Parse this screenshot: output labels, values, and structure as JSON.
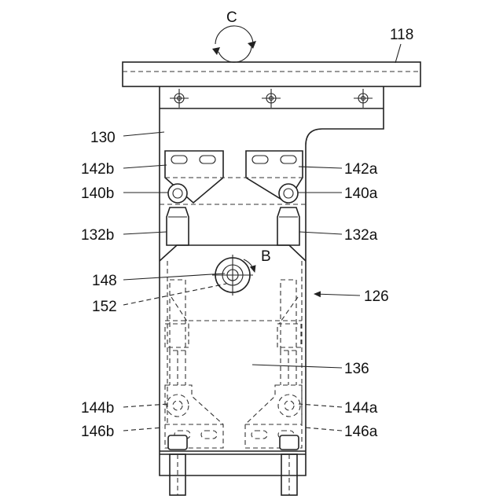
{
  "labels": {
    "c": "C",
    "b": "B",
    "l118": "118",
    "l130": "130",
    "l142b": "142b",
    "l142a": "142a",
    "l140b": "140b",
    "l140a": "140a",
    "l132b": "132b",
    "l132a": "132a",
    "l148": "148",
    "l152": "152",
    "l126": "126",
    "l136": "136",
    "l144b": "144b",
    "l144a": "144a",
    "l146b": "146b",
    "l146a": "146a"
  }
}
